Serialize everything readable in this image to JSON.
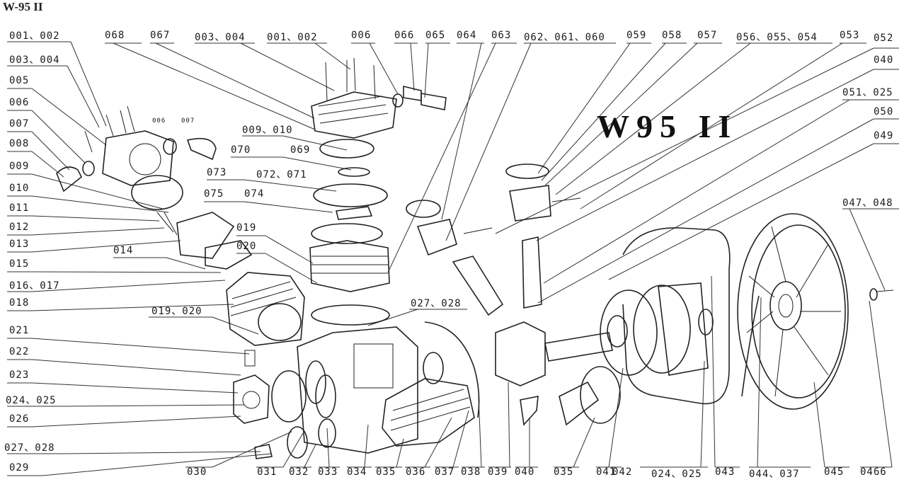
{
  "title": "W-95 II",
  "model_label": "W95 II",
  "labels": {
    "l_001_002_a": "001、002",
    "l_003_004_a": "003、004",
    "l_005": "005",
    "l_006_a": "006",
    "l_007": "007",
    "l_008": "008",
    "l_009": "009",
    "l_010": "010",
    "l_011": "011",
    "l_012": "012",
    "l_013": "013",
    "l_015": "015",
    "l_016_017": "016、017",
    "l_018": "018",
    "l_021": "021",
    "l_022": "022",
    "l_023": "023",
    "l_024_025_a": "024、025",
    "l_026": "026",
    "l_027_028_a": "027、028",
    "l_029": "029",
    "l_068": "068",
    "l_067": "067",
    "l_003_004_b": "003、004",
    "l_001_002_b": "001、002",
    "l_006_b": "006",
    "l_066": "066",
    "l_065": "065",
    "l_064": "064",
    "l_063": "063",
    "l_062_061_060": "062、061、060",
    "l_059": "059",
    "l_058": "058",
    "l_057": "057",
    "l_056_055_054": "056、055、054",
    "l_053": "053",
    "l_052": "052",
    "l_040_top": "040",
    "l_051_025": "051、025",
    "l_050": "050",
    "l_049": "049",
    "l_047_048": "047、048",
    "l_009_010": "009、010",
    "l_070": "070",
    "l_069": "069",
    "l_073": "073",
    "l_072_071": "072、071",
    "l_075": "075",
    "l_074": "074",
    "l_019": "019",
    "l_020": "020",
    "l_014": "014",
    "l_019_020": "019、020",
    "l_027_028_b": "027、028",
    "l_030": "030",
    "l_031": "031",
    "l_032": "032",
    "l_033": "033",
    "l_034": "034",
    "l_035_a": "035",
    "l_036": "036",
    "l_037": "037",
    "l_038": "038",
    "l_039": "039",
    "l_040_bottom": "040",
    "l_035_b": "035",
    "l_041": "041",
    "l_042": "042",
    "l_024_025_b": "024、025",
    "l_043": "043",
    "l_044_037": "044、037",
    "l_045": "045",
    "l_0466": "0466",
    "small_006": "006",
    "small_007": "007"
  }
}
